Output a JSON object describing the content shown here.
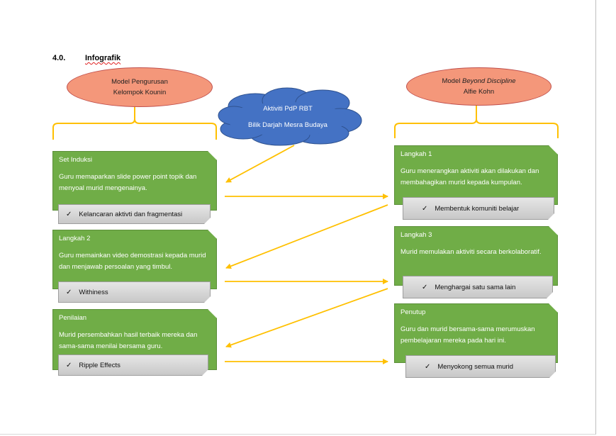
{
  "heading": {
    "number": "4.0.",
    "title": "Infografik"
  },
  "left_model": {
    "line1": "Model Pengurusan",
    "line2": "Kelompok Kounin"
  },
  "right_model": {
    "line1_prefix": "Model ",
    "line1_italic": "Beyond Discipline",
    "line2": "Alfie Kohn"
  },
  "cloud": {
    "line1": "Aktiviti PdP RBT",
    "line2": "Bilik Darjah Mesra Budaya"
  },
  "left_steps": [
    {
      "step": "Set Induksi",
      "desc": "Guru memaparkan slide power point topik dan menyoal murid mengenainya.",
      "tag": "Kelancaran aktivti dan fragmentasi"
    },
    {
      "step": "Langkah 2",
      "desc": "Guru memainkan video demostrasi kepada murid dan menjawab persoalan yang timbul.",
      "tag": "Withiness"
    },
    {
      "step": "Penilaian",
      "desc": "Murid persembahkan hasil terbaik mereka dan sama-sama menilai bersama guru.",
      "tag": "Ripple Effects"
    }
  ],
  "right_steps": [
    {
      "step": "Langkah 1",
      "desc": "Guru menerangkan aktiviti akan dilakukan dan membahagikan murid kepada kumpulan.",
      "tag": "Membentuk komuniti belajar"
    },
    {
      "step": "Langkah 3",
      "desc": "Murid memulakan aktiviti secara berkolaboratif.",
      "tag": "Menghargai satu sama lain"
    },
    {
      "step": "Penutup",
      "desc": "Guru dan murid bersama-sama merumuskan pembelajaran mereka pada hari ini.",
      "tag": "Menyokong semua murid"
    }
  ],
  "check_symbol": "✓",
  "colors": {
    "oval": "#f4977a",
    "cloud": "#4472c4",
    "green": "#70ad47",
    "arrow": "#ffc000",
    "bracket": "#ffc000"
  }
}
